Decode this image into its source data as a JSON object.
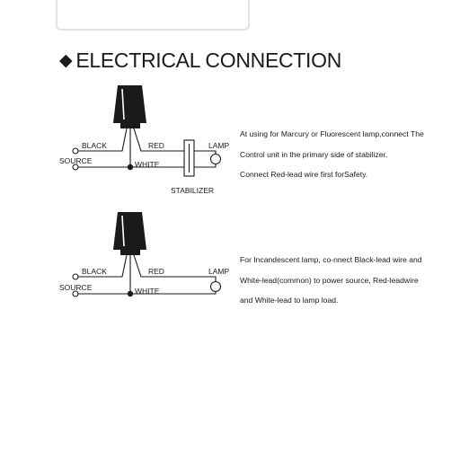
{
  "page": {
    "heading_bullet": "◆",
    "heading": "ELECTRICAL CONNECTION"
  },
  "diagram_1": {
    "labels": {
      "black": "BLACK",
      "red": "RED",
      "lamp": "LAMP",
      "source": "SOURCE",
      "white": "WHITE",
      "stabilizer": "STABILIZER"
    },
    "description": [
      "At using for Marcury or Fluorescent lamp,connect The",
      "Control unit in the primary side of stabilizer.",
      "Connect Red-lead wire first forSafety."
    ]
  },
  "diagram_2": {
    "labels": {
      "black": "BLACK",
      "red": "RED",
      "lamp": "LAMP",
      "source": "SOURCE",
      "white": "WHITE"
    },
    "description": [
      "For Incandescent lamp, co-nnect Black-lead wire and",
      "White-lead(common) to power source, Red-leadwire",
      "and White-lead to lamp load."
    ]
  }
}
